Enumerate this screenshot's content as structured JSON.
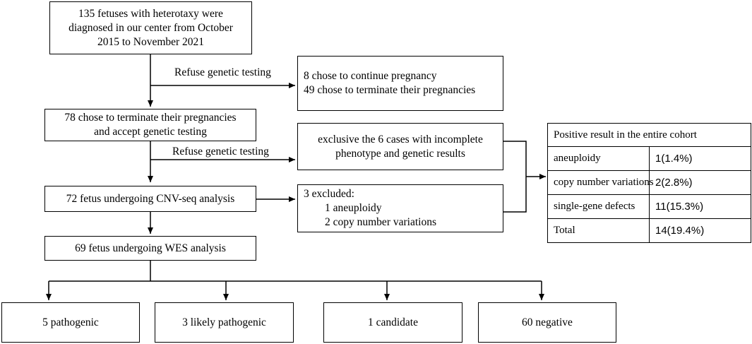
{
  "boxes": {
    "start": [
      "135 fetuses with heterotaxy were",
      "diagnosed in our center from October",
      "2015 to November 2021"
    ],
    "continue_terminate": [
      "8 chose to continue pregnancy",
      "49 chose to terminate their pregnancies"
    ],
    "accept_testing": [
      "78 chose to terminate their pregnancies",
      "and accept genetic testing"
    ],
    "exclusive": [
      "exclusive the 6 cases with incomplete",
      "phenotype and genetic results"
    ],
    "cnv_seq": "72 fetus undergoing CNV-seq analysis",
    "excluded": [
      "3 excluded:",
      "1 aneuploidy",
      "2 copy number variations"
    ],
    "wes": "69 fetus undergoing WES analysis"
  },
  "labels": {
    "refuse_1": "Refuse genetic testing",
    "refuse_2": "Refuse genetic testing"
  },
  "outcomes": [
    "5 pathogenic",
    "3 likely pathogenic",
    "1 candidate",
    "60 negative"
  ],
  "results_table": {
    "title": "Positive result in the entire cohort",
    "rows": [
      {
        "category": "aneuploidy",
        "value": "1(1.4%)"
      },
      {
        "category": "copy number variations",
        "value": "2(2.8%)"
      },
      {
        "category": "single-gene defects",
        "value": "11(15.3%)"
      },
      {
        "category": "Total",
        "value": "14(19.4%)"
      }
    ]
  },
  "colors": {
    "line": "#000000",
    "background": "#ffffff"
  }
}
